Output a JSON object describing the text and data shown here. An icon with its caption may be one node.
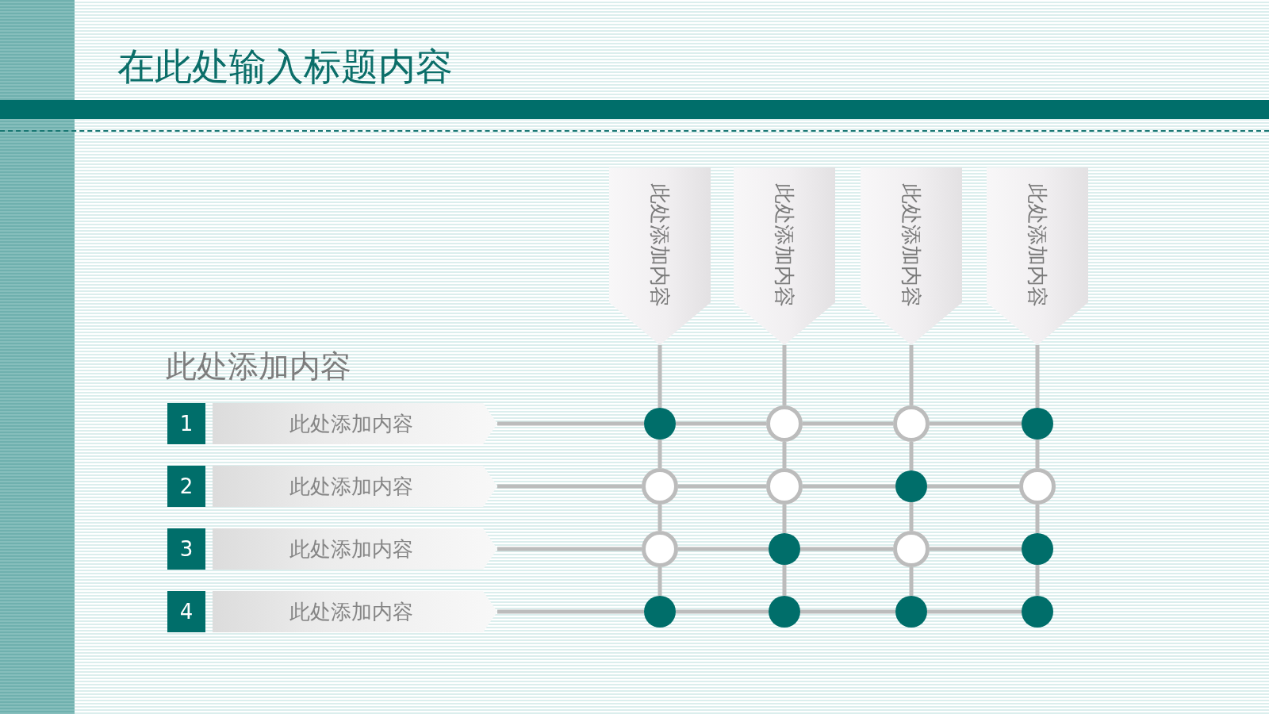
{
  "diagram": {
    "title": "在此处输入标题内容",
    "nodes": [
      {
        "text": [
          "此处添加内容"
        ]
      },
      {
        "text": [
          "此处添加内容"
        ]
      },
      {
        "text": [
          "此处添加内容"
        ]
      },
      {
        "text": [
          "此处添加内容"
        ]
      },
      {
        "text": [
          "1"
        ]
      },
      {
        "text": [
          "此处添加内容"
        ]
      },
      {
        "text": [],
        "shape": "circle"
      },
      {
        "text": [],
        "shape": "ring"
      },
      {
        "text": [],
        "shape": "ring"
      },
      {
        "text": [],
        "shape": "circle"
      },
      {
        "text": [
          "2"
        ]
      },
      {
        "text": [
          "此处添加内容"
        ]
      },
      {
        "text": [],
        "shape": "ring"
      },
      {
        "text": [],
        "shape": "ring"
      },
      {
        "text": [],
        "shape": "circle"
      },
      {
        "text": [],
        "shape": "ring"
      },
      {
        "text": [
          "3"
        ]
      },
      {
        "text": [
          "此处添加内容"
        ]
      },
      {
        "text": [],
        "shape": "ring"
      },
      {
        "text": [],
        "shape": "circle"
      },
      {
        "text": [],
        "shape": "ring"
      },
      {
        "text": [],
        "shape": "circle"
      },
      {
        "text": [
          "4"
        ]
      },
      {
        "text": [
          "此处添加内容"
        ]
      },
      {
        "text": [],
        "shape": "circle"
      },
      {
        "text": [],
        "shape": "circle"
      },
      {
        "text": [],
        "shape": "circle"
      },
      {
        "text": [],
        "shape": "circle"
      }
    ],
    "edges": [
      {
        "from": 0,
        "to": 6,
        "arrow": "none"
      },
      {
        "from": 6,
        "to": 12,
        "arrow": "none"
      },
      {
        "from": 12,
        "to": 18,
        "arrow": "none"
      },
      {
        "from": 18,
        "to": 24,
        "arrow": "none"
      },
      {
        "from": 1,
        "to": 7,
        "arrow": "none"
      },
      {
        "from": 7,
        "to": 13,
        "arrow": "none"
      },
      {
        "from": 13,
        "to": 19,
        "arrow": "none"
      },
      {
        "from": 19,
        "to": 25,
        "arrow": "none"
      },
      {
        "from": 2,
        "to": 8,
        "arrow": "none"
      },
      {
        "from": 8,
        "to": 14,
        "arrow": "none"
      },
      {
        "from": 14,
        "to": 20,
        "arrow": "none"
      },
      {
        "from": 20,
        "to": 26,
        "arrow": "none"
      },
      {
        "from": 3,
        "to": 9,
        "arrow": "none"
      },
      {
        "from": 9,
        "to": 15,
        "arrow": "none"
      },
      {
        "from": 15,
        "to": 21,
        "arrow": "none"
      },
      {
        "from": 21,
        "to": 27,
        "arrow": "none"
      },
      {
        "from": 5,
        "to": 6,
        "arrow": "none"
      },
      {
        "from": 6,
        "to": 7,
        "arrow": "none"
      },
      {
        "from": 7,
        "to": 8,
        "arrow": "none"
      },
      {
        "from": 8,
        "to": 9,
        "arrow": "none"
      },
      {
        "from": 11,
        "to": 12,
        "arrow": "none"
      },
      {
        "from": 12,
        "to": 13,
        "arrow": "none"
      },
      {
        "from": 13,
        "to": 14,
        "arrow": "none"
      },
      {
        "from": 14,
        "to": 15,
        "arrow": "none"
      },
      {
        "from": 17,
        "to": 18,
        "arrow": "none"
      },
      {
        "from": 18,
        "to": 19,
        "arrow": "none"
      },
      {
        "from": 19,
        "to": 20,
        "arrow": "none"
      },
      {
        "from": 20,
        "to": 21,
        "arrow": "none"
      },
      {
        "from": 23,
        "to": 24,
        "arrow": "none"
      },
      {
        "from": 24,
        "to": 25,
        "arrow": "none"
      },
      {
        "from": 25,
        "to": 26,
        "arrow": "none"
      },
      {
        "from": 26,
        "to": 27,
        "arrow": "none"
      }
    ],
    "labels": [
      "此处添加内容"
    ]
  }
}
